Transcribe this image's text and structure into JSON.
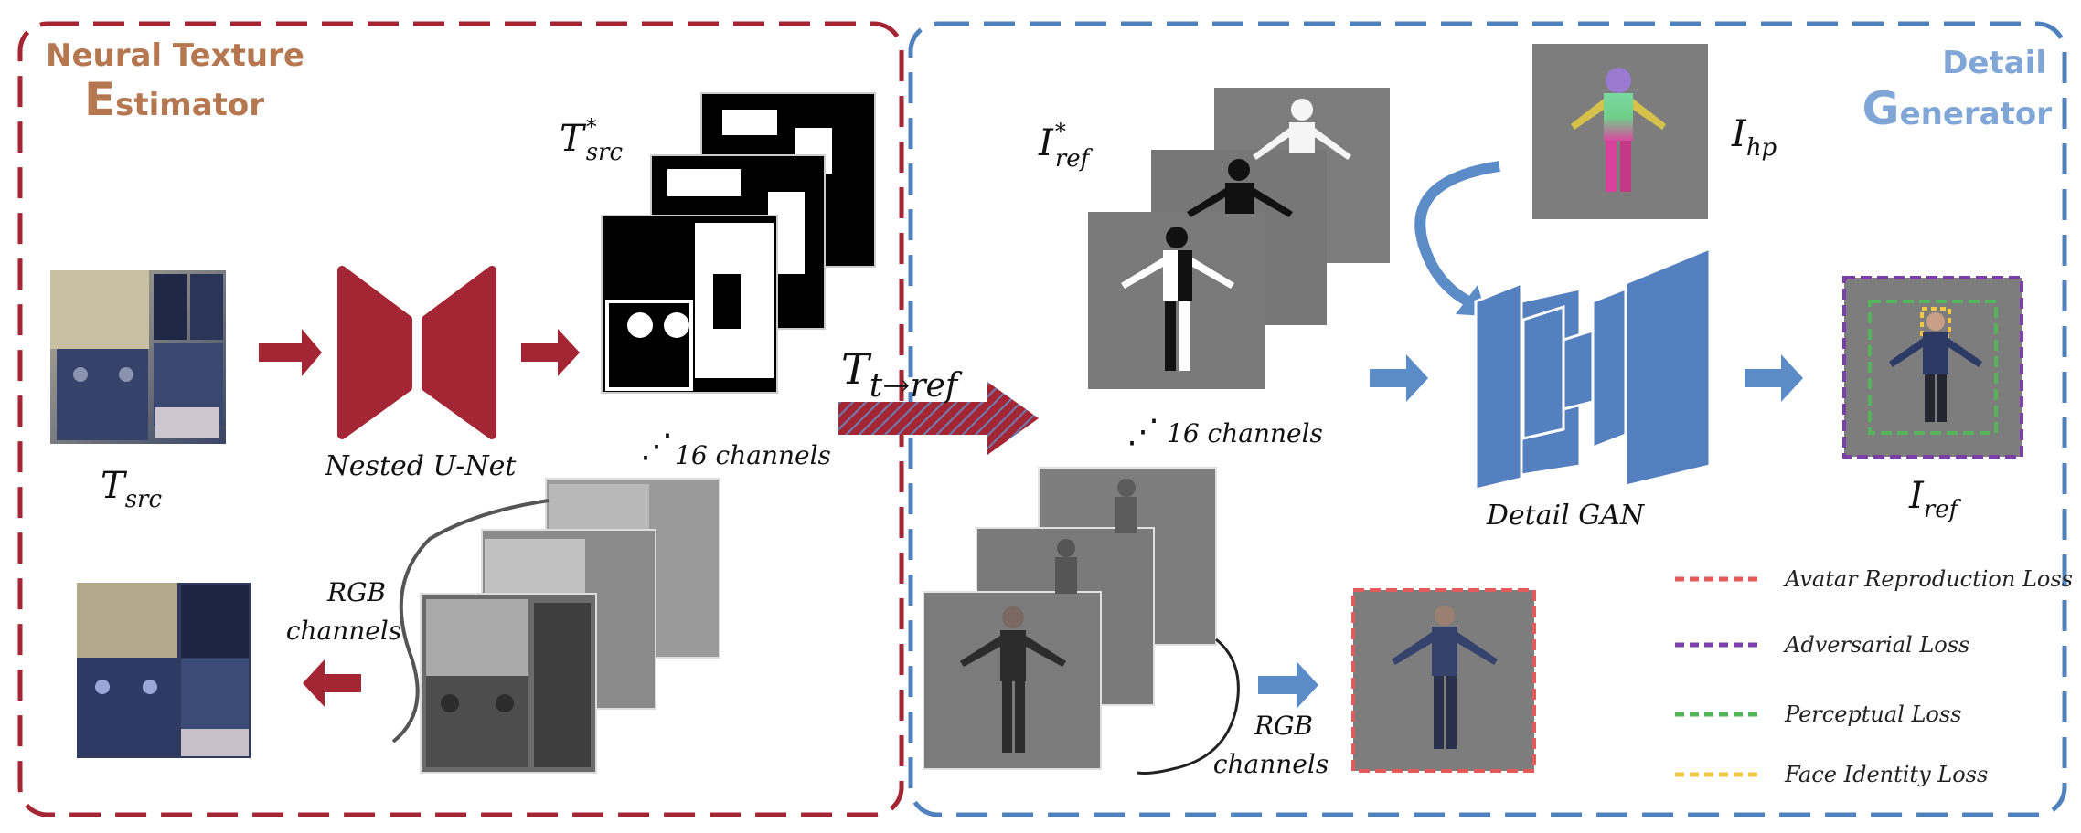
{
  "colors": {
    "red_frame": "#a42634",
    "blue_frame": "#4f81bd",
    "arrow_red": "#a42634",
    "arrow_blue": "#5b8cc8",
    "gan_blue": "#5580bf",
    "title_orange": "#b5774f",
    "title_blue": "#7fa6d6",
    "panel_gray": "#7d7d7d",
    "loss_avatar": "#e25a5a",
    "loss_adversarial": "#7a3fa8",
    "loss_perceptual": "#55b35a",
    "loss_face": "#f2c744"
  },
  "estimator": {
    "title_line1": "Neural Texture",
    "title_cap": "E",
    "title_rest": "stimator"
  },
  "generator": {
    "title_line1": "Detail",
    "title_cap": "G",
    "title_rest": "enerator"
  },
  "labels": {
    "t_src_base": "T",
    "t_src_sub": "src",
    "t_star_base": "T",
    "t_star_sup": "*",
    "t_star_sub": "src",
    "nested_unet": "Nested U-Net",
    "ch16_left": "16 channels",
    "ch16_right": "16 channels",
    "rgb_left_1": "RGB",
    "rgb_left_2": "channels",
    "rgb_right_1": "RGB",
    "rgb_right_2": "channels",
    "transform_base": "T",
    "transform_sub": "t→ref",
    "iref_star_base": "I",
    "iref_star_sup": "*",
    "iref_star_sub": "ref",
    "ihp_base": "I",
    "ihp_sub": "hp",
    "iref_base": "I",
    "iref_sub": "ref",
    "detail_gan": "Detail GAN"
  },
  "legend": [
    {
      "label": "Avatar Reproduction Loss",
      "color": "#e25a5a"
    },
    {
      "label": "Adversarial Loss",
      "color": "#7a3fa8"
    },
    {
      "label": "Perceptual Loss",
      "color": "#55b35a"
    },
    {
      "label": "Face Identity Loss",
      "color": "#f2c744"
    }
  ]
}
